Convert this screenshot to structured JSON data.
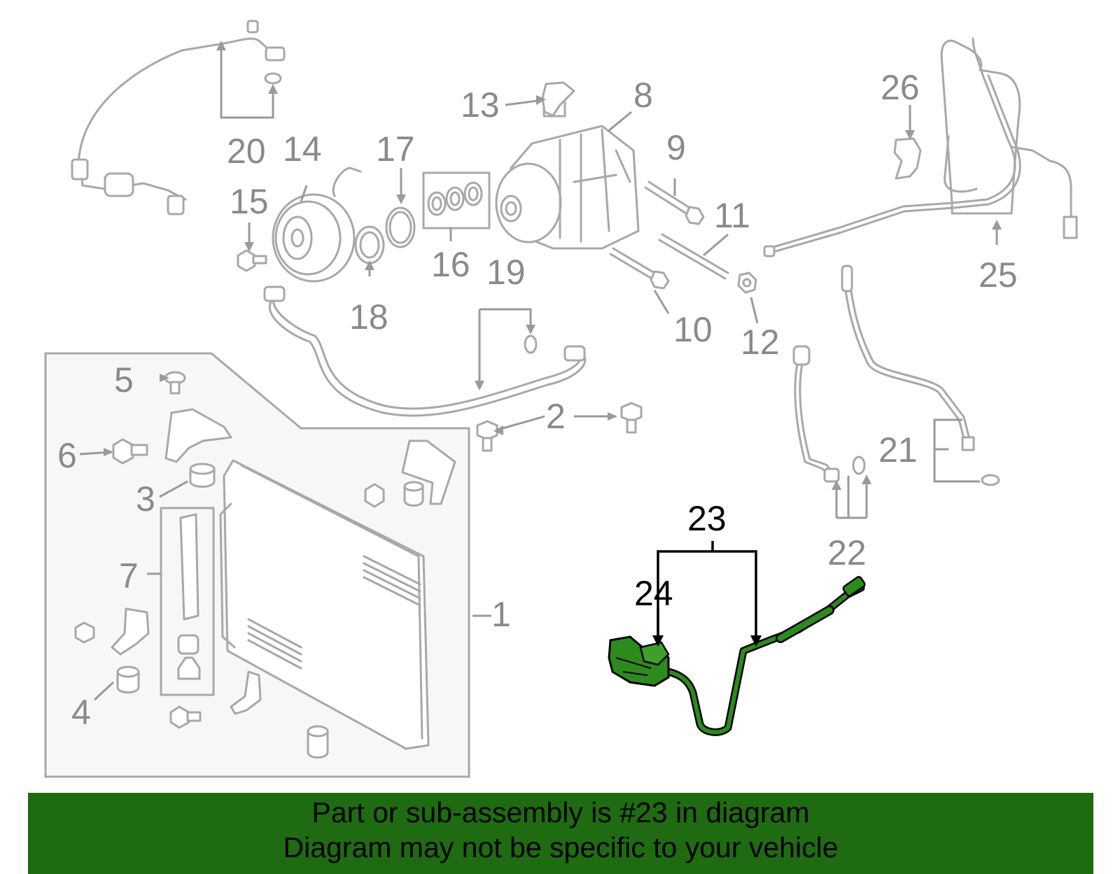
{
  "diagram": {
    "labels": [
      "1",
      "2",
      "3",
      "4",
      "5",
      "6",
      "7",
      "8",
      "9",
      "10",
      "11",
      "12",
      "13",
      "14",
      "15",
      "16",
      "17",
      "18",
      "19",
      "20",
      "21",
      "22",
      "23",
      "24",
      "25",
      "26"
    ],
    "highlighted_labels": [
      "23",
      "24"
    ],
    "highlight_color": "#1f6b12",
    "part_color": "#a8a8a8"
  },
  "banner": {
    "line1": "Part or sub-assembly is #23 in diagram",
    "line2": "Diagram may not be specific to your vehicle",
    "bg_color": "#1e6b12",
    "text_color": "#000000"
  }
}
